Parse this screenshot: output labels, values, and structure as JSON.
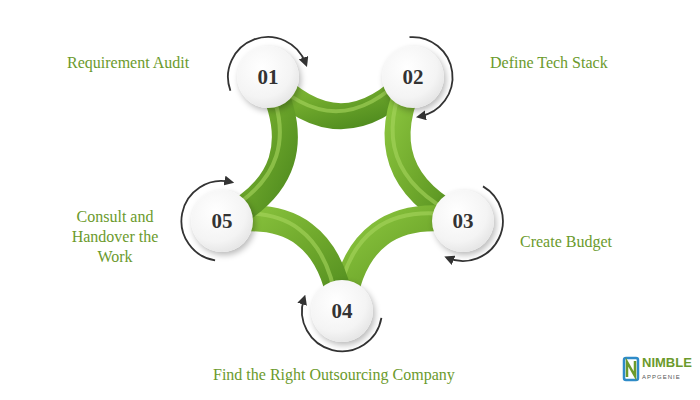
{
  "diagram": {
    "nodes": [
      {
        "text": [
          "01"
        ]
      },
      {
        "text": [
          "02"
        ]
      },
      {
        "text": [
          "03"
        ]
      },
      {
        "text": [
          "04"
        ]
      },
      {
        "text": [
          "05"
        ]
      }
    ],
    "labels": [
      "Requirement Audit",
      "Define Tech Stack",
      "Create Budget",
      "Find the Right Outsourcing Company",
      "Consult and Handover the Work",
      "NIMBLE",
      "APPGENIE"
    ]
  }
}
